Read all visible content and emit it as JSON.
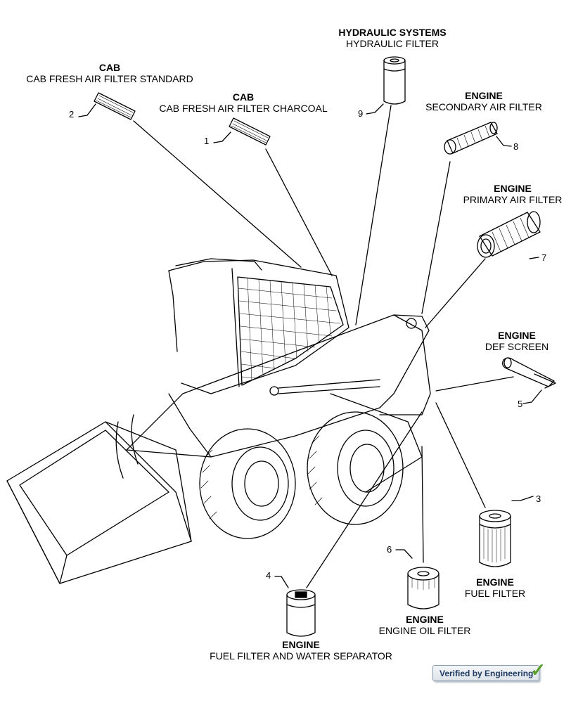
{
  "callouts": [
    {
      "number": "1",
      "category": "CAB",
      "name": "CAB FRESH AIR FILTER CHARCOAL"
    },
    {
      "number": "2",
      "category": "CAB",
      "name": "CAB FRESH AIR FILTER STANDARD"
    },
    {
      "number": "3",
      "category": "ENGINE",
      "name": "FUEL FILTER"
    },
    {
      "number": "4",
      "category": "ENGINE",
      "name": "FUEL FILTER AND WATER SEPARATOR"
    },
    {
      "number": "5",
      "category": "ENGINE",
      "name": "DEF SCREEN"
    },
    {
      "number": "6",
      "category": "ENGINE",
      "name": "ENGINE OIL FILTER"
    },
    {
      "number": "7",
      "category": "ENGINE",
      "name": "PRIMARY AIR FILTER"
    },
    {
      "number": "8",
      "category": "ENGINE",
      "name": "SECONDARY AIR FILTER"
    },
    {
      "number": "9",
      "category": "HYDRAULIC SYSTEMS",
      "name": "HYDRAULIC FILTER"
    }
  ],
  "badge": {
    "text": "Verified by Engineering",
    "check_icon": "checkmark-icon"
  }
}
